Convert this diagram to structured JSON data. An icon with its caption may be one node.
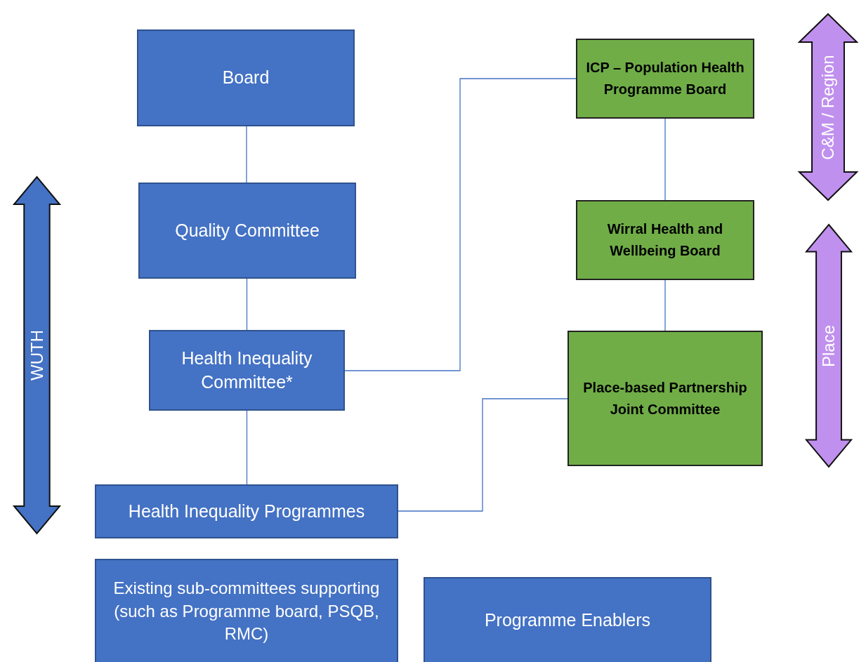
{
  "diagram": {
    "nodes": [
      {
        "text": [
          "Board"
        ]
      },
      {
        "text": [
          "Quality Committee"
        ]
      },
      {
        "text": [
          "Health Inequality Committee*"
        ]
      },
      {
        "text": [
          "Health Inequality Programmes"
        ]
      },
      {
        "text": [
          "Existing sub-committees supporting (such as Programme board, PSQB, RMC)"
        ]
      },
      {
        "text": [
          "Programme Enablers"
        ]
      },
      {
        "text": [
          "ICP – Population Health Programme Board"
        ]
      },
      {
        "text": [
          "Wirral Health and Wellbeing Board"
        ]
      },
      {
        "text": [
          "Place-based Partnership Joint Committee"
        ]
      },
      {
        "text": [
          "WUTH"
        ]
      },
      {
        "text": [
          "C&M / Region"
        ]
      },
      {
        "text": [
          "Place"
        ]
      }
    ],
    "edges": [
      {
        "from": 0,
        "to": 1,
        "arrow": "none"
      },
      {
        "from": 1,
        "to": 2,
        "arrow": "none"
      },
      {
        "from": 2,
        "to": 3,
        "arrow": "none"
      },
      {
        "from": 2,
        "to": 6,
        "arrow": "none"
      },
      {
        "from": 3,
        "to": 8,
        "arrow": "none"
      },
      {
        "from": 6,
        "to": 7,
        "arrow": "none"
      },
      {
        "from": 7,
        "to": 8,
        "arrow": "none"
      }
    ]
  }
}
